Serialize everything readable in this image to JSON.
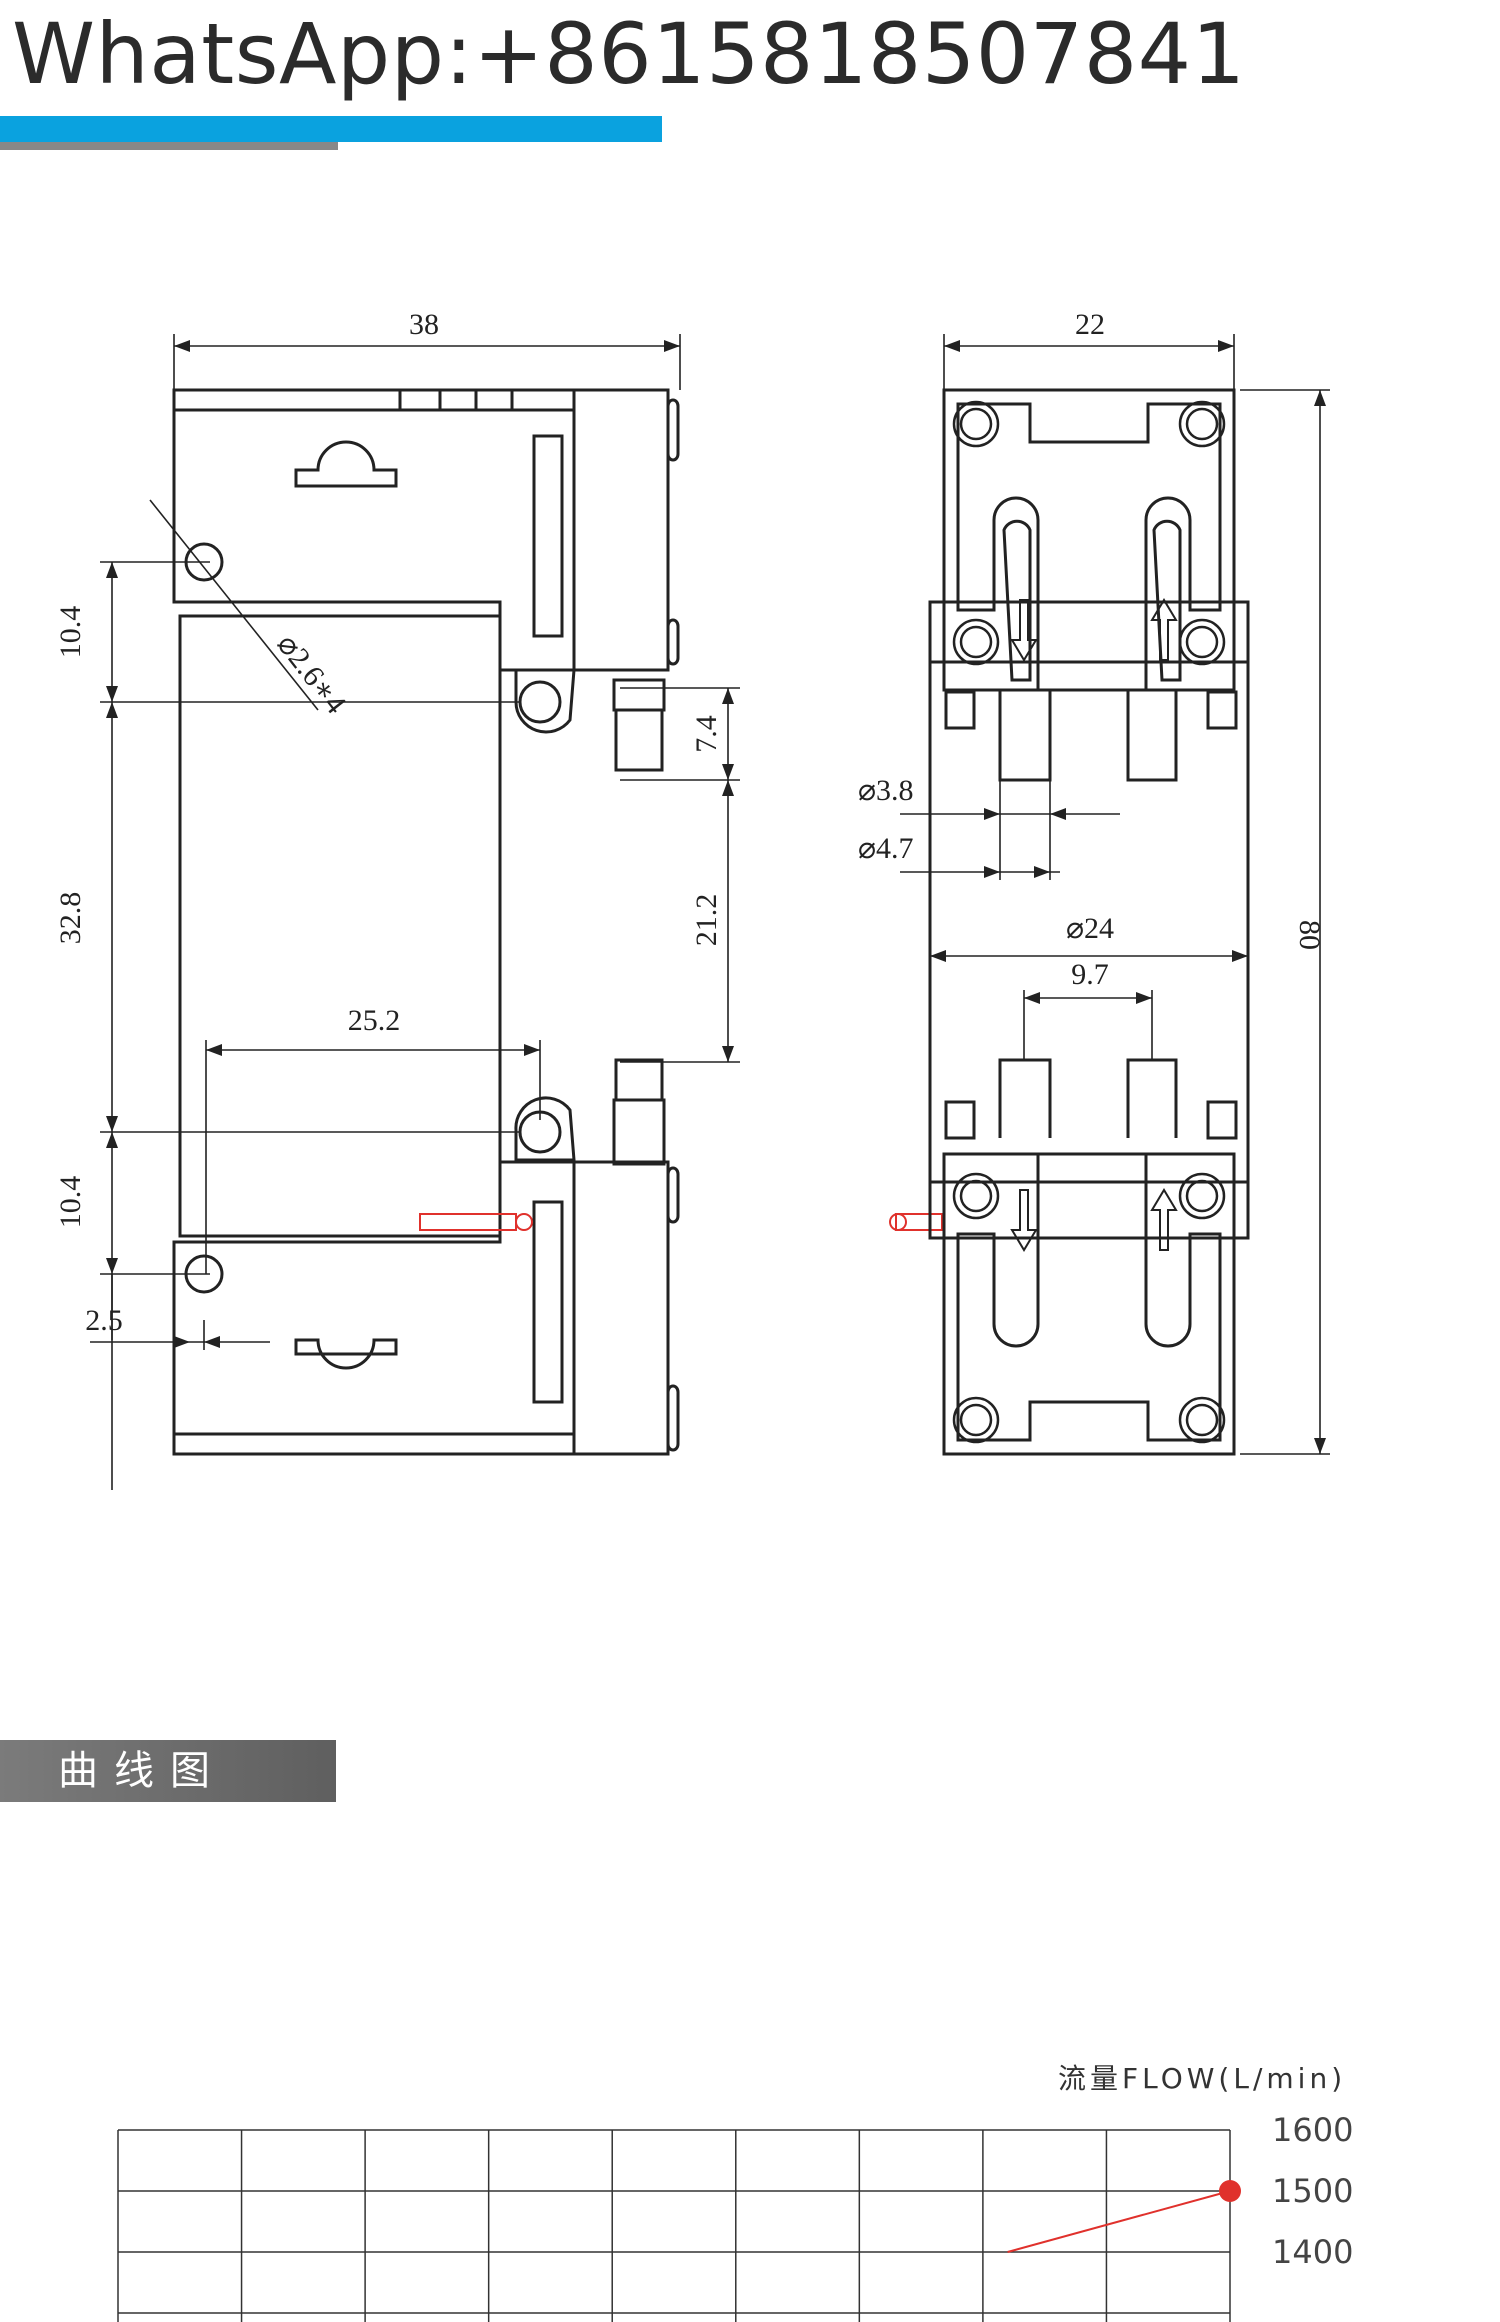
{
  "header": {
    "title": "WhatsApp:+8615818507841"
  },
  "colors": {
    "accent": "#0aa2df",
    "bar_grey": "#888888",
    "tab_grey": "#6e6e6e",
    "line_red": "#e0312c"
  },
  "drawing": {
    "dims": {
      "width_38": "38",
      "hole": "⌀2.6∗4",
      "d104_top": "10.4",
      "d328": "32.8",
      "d104_bot": "10.4",
      "d25": "2.5",
      "d252": "25.2",
      "d74": "7.4",
      "d212": "21.2",
      "width_22": "22",
      "d38": "⌀3.8",
      "d47": "⌀4.7",
      "d24": "⌀24",
      "d97": "9.7",
      "height_80": "80"
    }
  },
  "section": {
    "title": "曲线图"
  },
  "chart_data": {
    "type": "line",
    "ylabel": "流量FLOW(L/min)",
    "y_ticks": [
      "1600",
      "1500",
      "1400"
    ],
    "ylim": [
      1400,
      1600
    ],
    "series": [
      {
        "points": [
          [
            7.2,
            1400
          ],
          [
            9,
            1500
          ]
        ]
      }
    ],
    "marker": [
      9,
      1500
    ],
    "xlim": [
      0,
      9
    ]
  }
}
